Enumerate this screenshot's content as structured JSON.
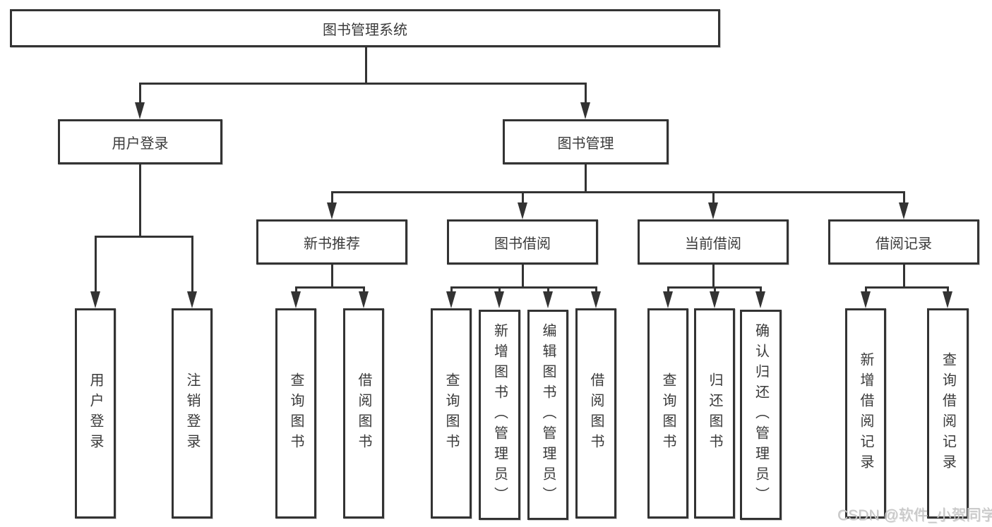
{
  "diagram": {
    "type": "hierarchy-flowchart",
    "root": "图书管理系统",
    "level2": [
      "用户登录",
      "图书管理"
    ],
    "level3": [
      "新书推荐",
      "图书借阅",
      "当前借阅",
      "借阅记录"
    ],
    "leaves": {
      "user_login": [
        "用户登录",
        "注销登录"
      ],
      "new_book": [
        "查询图书",
        "借阅图书"
      ],
      "book_borrow": [
        "查询图书",
        "新增图书（管理员）",
        "编辑图书（管理员）",
        "借阅图书"
      ],
      "current_borrow": [
        "查询图书",
        "归还图书",
        "确认归还（管理员）"
      ],
      "borrow_records": [
        "新增借阅记录",
        "查询借阅记录"
      ]
    }
  },
  "watermark": "CSDN @软件_小贺同学",
  "colors": {
    "line": "#333333",
    "text": "#3a3a3a",
    "box_background": "#ffffff",
    "page_background": "#ffffff",
    "watermark": "#c7c7c7"
  }
}
